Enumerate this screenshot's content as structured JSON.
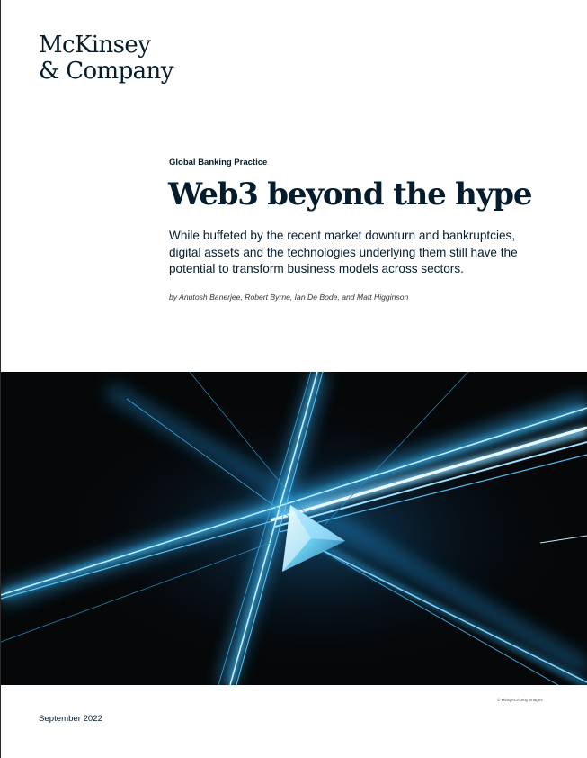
{
  "logo": {
    "line1": "McKinsey",
    "line2": "& Company"
  },
  "article": {
    "practice": "Global Banking Practice",
    "title": "Web3 beyond the hype",
    "deck": "While buffeted by the recent market downturn and bankruptcies, digital assets and the technologies underlying them still have the potential to transform business models across sectors.",
    "byline": "by Anutosh Banerjee, Robert Byrne, Ian De Bode, and Matt Higginson"
  },
  "image": {
    "description": "abstract-light-beams",
    "credit": "© MirageC/Getty Images"
  },
  "footer": {
    "date": "September 2022"
  },
  "colors": {
    "brand_navy": "#051c2c",
    "hero_background": "#060708",
    "beam_cyan": "#3fb8f0",
    "beam_white": "#e8f8ff"
  }
}
